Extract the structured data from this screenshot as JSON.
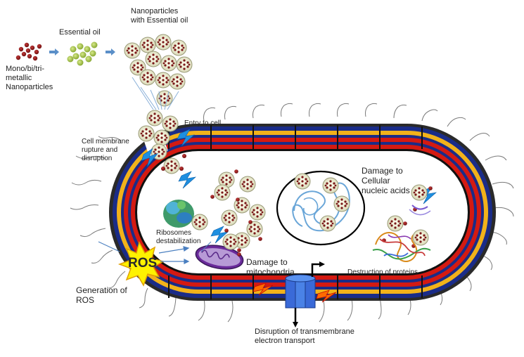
{
  "labels": {
    "mono_nanoparticles": [
      "Mono/bi/tri-",
      "metallic",
      "Nanoparticles"
    ],
    "essential_oil": "Essential oil",
    "nanoparticles_with_oil": [
      "Nanoparticles",
      "with Essential oil"
    ],
    "entry_to_cell": "Entry to cell",
    "membrane_rupture": [
      "Cell membrane",
      "rupture and",
      "disruption"
    ],
    "nucleic_damage": [
      "Damage to",
      "Cellular",
      "nucleic acids"
    ],
    "ribosomes": [
      "Ribosomes",
      "destabilization"
    ],
    "mito_damage": [
      "Damage to",
      "mitochondria"
    ],
    "ros": "ROS",
    "generation_ros": [
      "Generation of",
      "ROS"
    ],
    "protein_destruction": "Destruction of proteins",
    "electron_transport": [
      "Disruption of transmembrane",
      "electron transport"
    ]
  },
  "colors": {
    "nanoparticle": "#8b1a1a",
    "oil_droplet": "#a8c64a",
    "np_shell": "#f0f0d8",
    "wall_dark_blue": "#1a2c88",
    "wall_red": "#d41a12",
    "wall_yellow": "#f2b21a",
    "ros_star": "#fff200",
    "lightning": "#1e8fe0"
  }
}
